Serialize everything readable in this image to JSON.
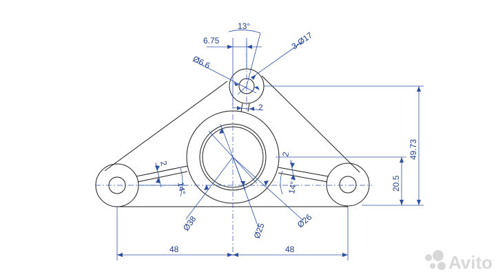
{
  "dimensions": {
    "angle_top": "13°",
    "offset_675": "6.75",
    "holes_3": "3-Ø17",
    "small_dia": "Ø6.6",
    "rib_top": "2",
    "rib_left": "2",
    "rib_right": "2",
    "angle_left": "14°",
    "angle_right": "14°",
    "height_total": "49.73",
    "height_mid": "20.5",
    "dia_38": "Ø38",
    "dia_25": "Ø25",
    "dia_26": "Ø26",
    "span_left": "48",
    "span_right": "48"
  },
  "watermark": "Avito",
  "colors": {
    "object": "#1a1a1a",
    "dimension": "#2c4fa3",
    "text": "#1f3f8a"
  }
}
